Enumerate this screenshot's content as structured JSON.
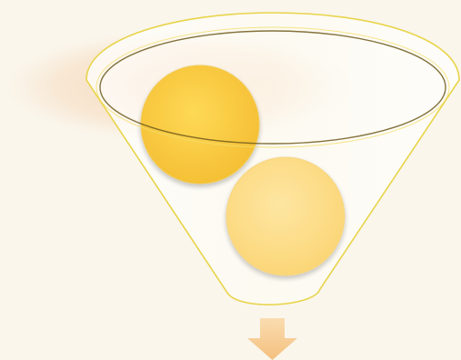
{
  "diagram": {
    "type": "funnel",
    "colors": {
      "background": "#faf6ec",
      "funnel_fill": "#fdfbf5",
      "funnel_outline": "#e8d44a",
      "rim_outline": "#7a6520",
      "glow": "#f6dcc0",
      "circle_upper": "#fbcf3a",
      "circle_lower": "#fde08a",
      "arrow": "#f8cf98"
    },
    "elements": [
      {
        "name": "funnel-body",
        "description_icon": "funnel-icon"
      },
      {
        "name": "funnel-rim"
      },
      {
        "name": "background-glow"
      },
      {
        "name": "upper-circle"
      },
      {
        "name": "lower-circle"
      },
      {
        "name": "down-arrow",
        "description_icon": "arrow-down-icon"
      }
    ]
  }
}
